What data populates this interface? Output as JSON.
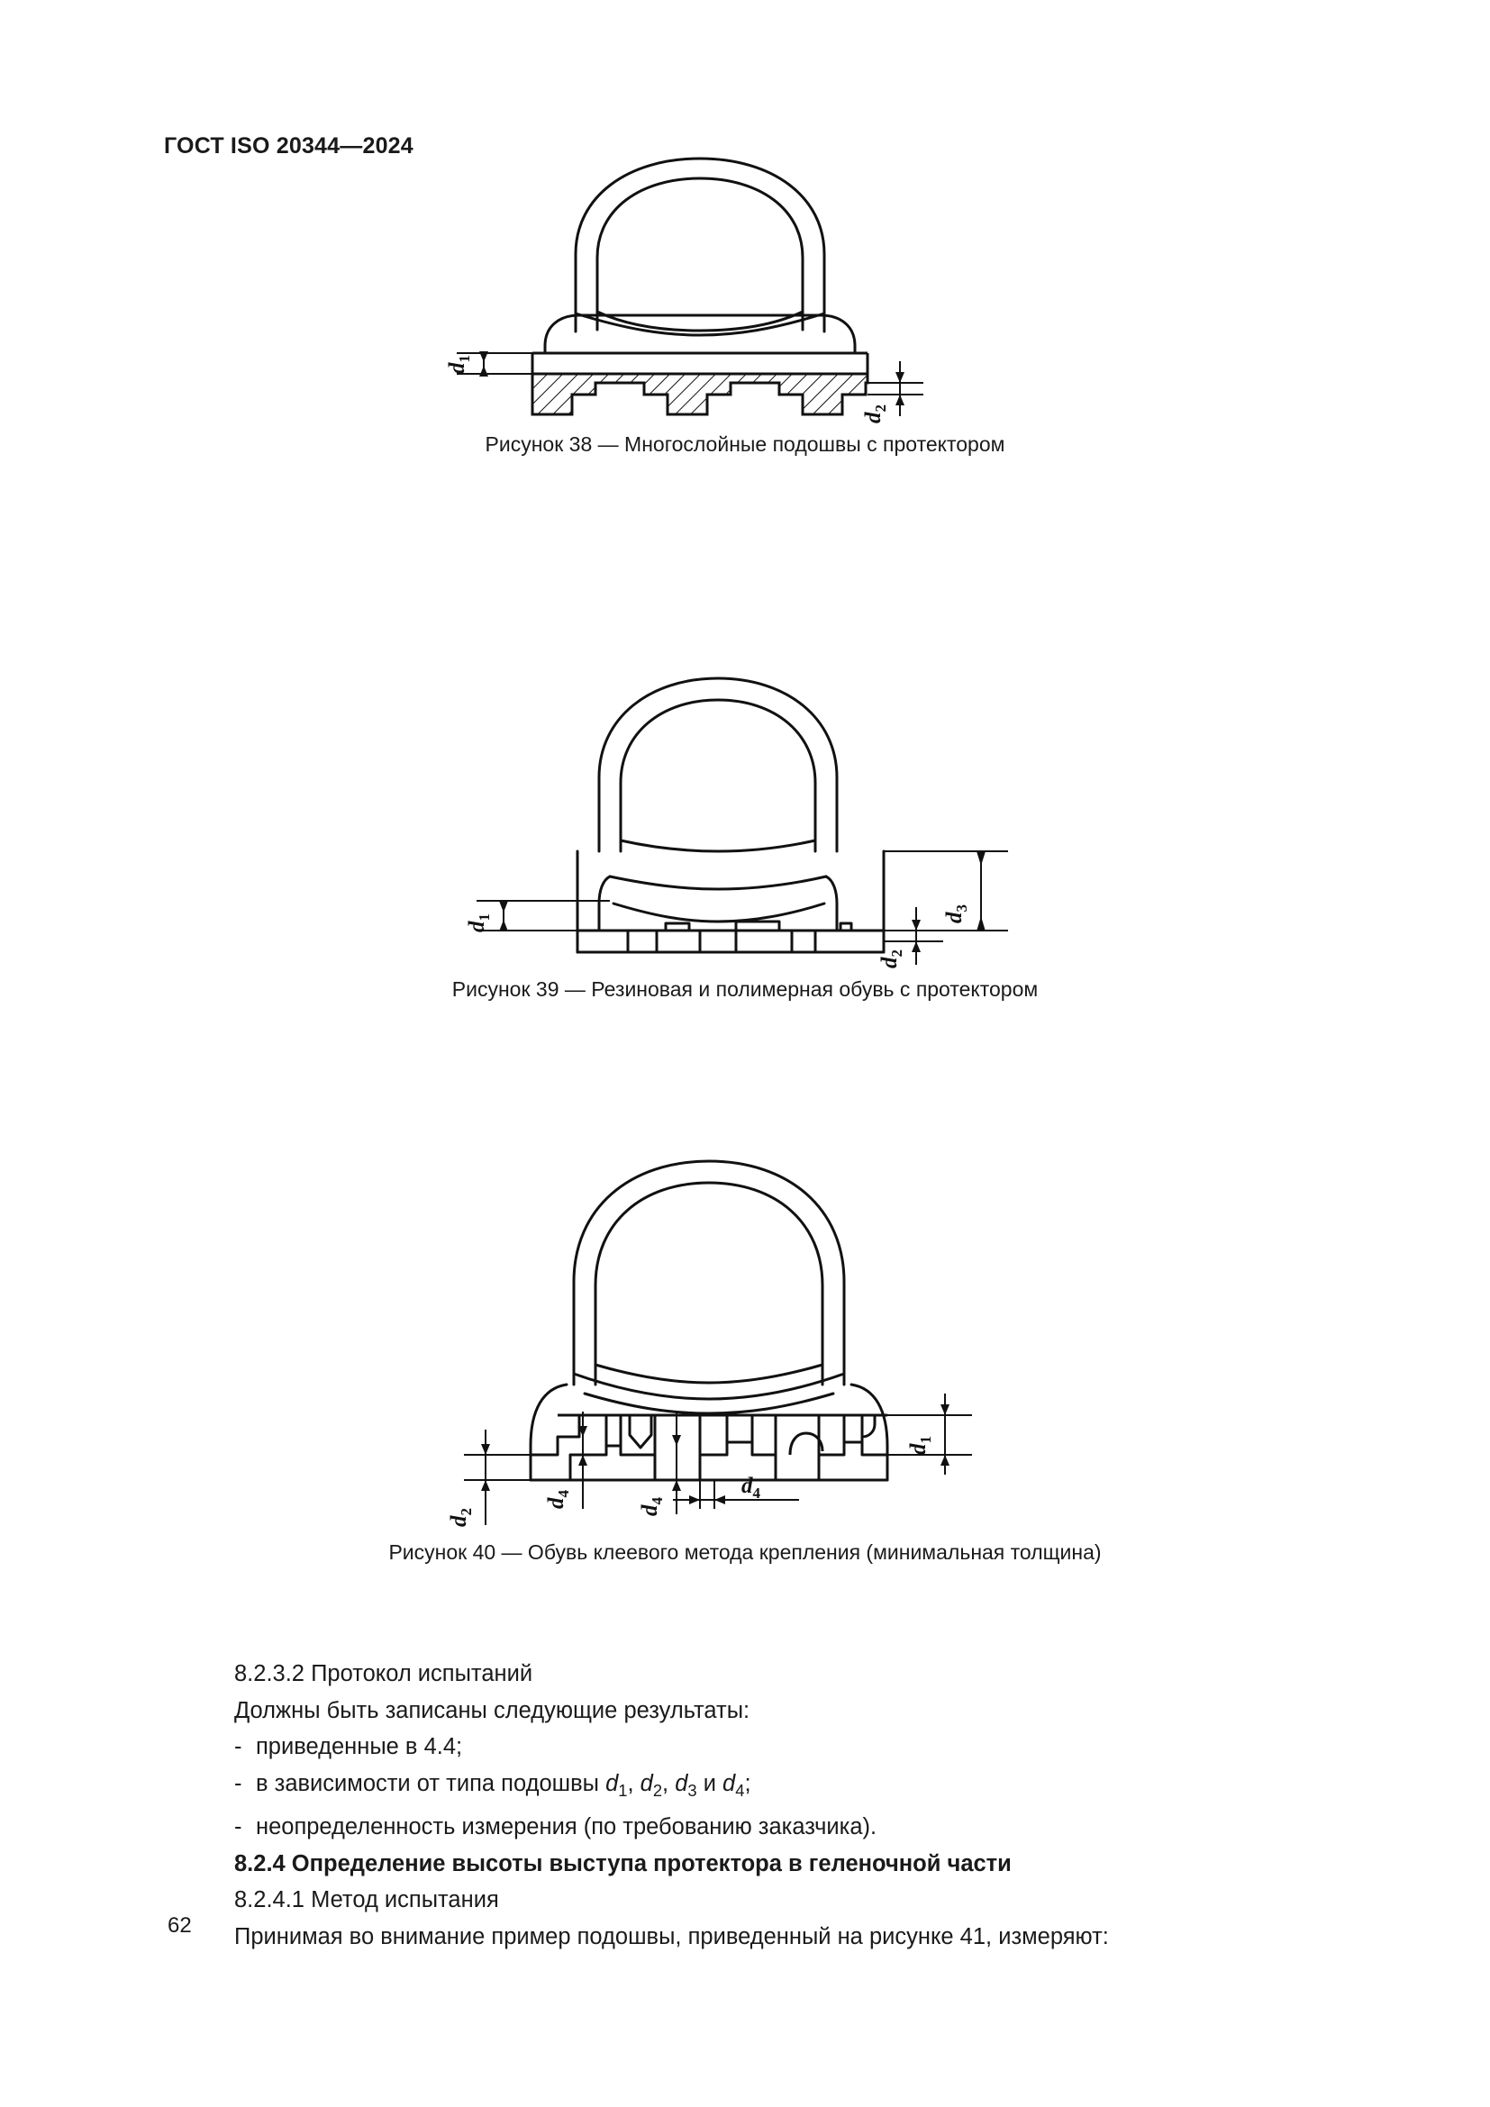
{
  "document": {
    "header": "ГОСТ ISO 20344—2024",
    "page_number": "62"
  },
  "figures": [
    {
      "id": "figure-38",
      "caption": "Рисунок 38 — Многослойные подошвы с протектором",
      "dimension_labels": [
        "d1",
        "d2"
      ],
      "description": "Поперечное сечение многослойной подошвы с протектором (штриховка)"
    },
    {
      "id": "figure-39",
      "caption": "Рисунок 39 — Резиновая и полимерная обувь с протектором",
      "dimension_labels": [
        "d1",
        "d2",
        "d3"
      ],
      "description": "Поперечное сечение резиновой и полимерной обуви с протектором"
    },
    {
      "id": "figure-40",
      "caption": "Рисунок 40 — Обувь клеевого метода крепления (минимальная толщина)",
      "dimension_labels": [
        "d1",
        "d2",
        "d4",
        "d4",
        "d4"
      ],
      "description": "Поперечное сечение обуви клеевого метода крепления"
    }
  ],
  "body": {
    "lines": [
      {
        "type": "plain",
        "text": "8.2.3.2 Протокол испытаний"
      },
      {
        "type": "plain",
        "text": "Должны быть записаны следующие результаты:"
      },
      {
        "type": "dash",
        "text": "приведенные в 4.4;"
      },
      {
        "type": "dash-vars",
        "prefix": "в зависимости от типа подошвы ",
        "vars": [
          "d",
          "1",
          "d",
          "2",
          "d",
          "3",
          "d",
          "4"
        ],
        "text": "в зависимости от типа подошвы d1, d2, d3 и d4;"
      },
      {
        "type": "dash",
        "text": "неопределенность измерения (по требованию заказчика)."
      },
      {
        "type": "bold",
        "text": "8.2.4 Определение высоты выступа протектора в геленочной части"
      },
      {
        "type": "plain",
        "text": "8.2.4.1 Метод испытания"
      },
      {
        "type": "plain",
        "text": "Принимая во внимание пример подошвы, приведенный на рисунке 41, измеряют:"
      }
    ]
  }
}
